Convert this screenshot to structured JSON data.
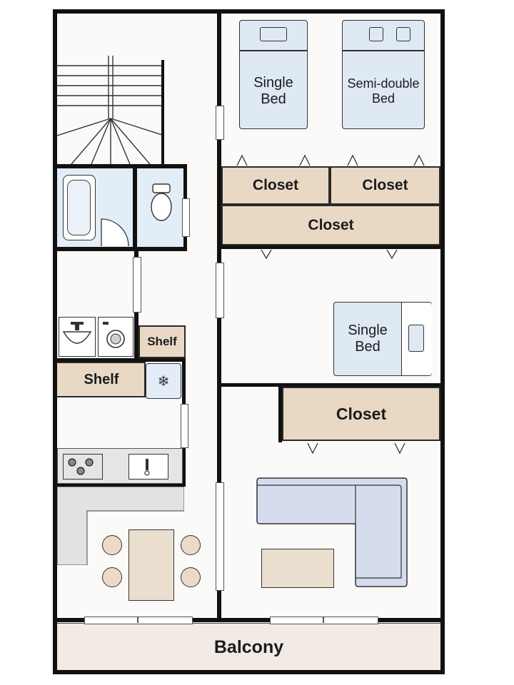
{
  "labels": {
    "single_bed_top": "Single\nBed",
    "semi_double_bed": "Semi-double\nBed",
    "closet_1": "Closet",
    "closet_2": "Closet",
    "closet_3": "Closet",
    "single_bed_mid": "Single\nBed",
    "closet_4": "Closet",
    "shelf_small": "Shelf",
    "shelf_large": "Shelf",
    "balcony": "Balcony",
    "fridge_symbol": "❄"
  },
  "colors": {
    "wall": "#111111",
    "floor": "#fbfaf8",
    "wood": "#e9d9c4",
    "bed": "#dfe9f4",
    "sofa": "#d5dced",
    "counter": "#e5e5e5",
    "balcony": "#f2ebe5"
  }
}
